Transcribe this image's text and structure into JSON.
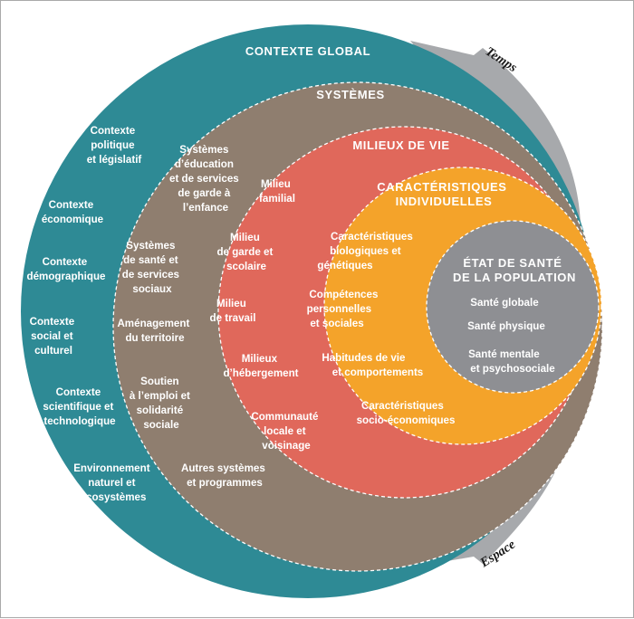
{
  "colors": {
    "contexte_global": "#2e8a95",
    "systemes": "#8f7e6f",
    "milieux_de_vie": "#e0685b",
    "caracteristiques": "#f4a32a",
    "etat_de_sante": "#8e8f93",
    "arrows": "#a7a9ac"
  },
  "arrows": {
    "temps": "Temps",
    "espace": "Espace"
  },
  "layers": {
    "contexte_global": {
      "title": "CONTEXTE GLOBAL",
      "items": [
        [
          "Contexte",
          "politique",
          "et législatif"
        ],
        [
          "Contexte",
          "économique"
        ],
        [
          "Contexte",
          "démographique"
        ],
        [
          "Contexte",
          "social et",
          "culturel"
        ],
        [
          "Contexte",
          "scientifique et",
          "technologique"
        ],
        [
          "Environnement",
          "naturel et",
          "écosystèmes"
        ]
      ]
    },
    "systemes": {
      "title": "SYSTÈMES",
      "items": [
        [
          "Systèmes",
          "d’éducation",
          "et de services",
          "de garde à",
          "l’enfance"
        ],
        [
          "Systèmes",
          "de santé et",
          "de services",
          "sociaux"
        ],
        [
          "Aménagement",
          "du territoire"
        ],
        [
          "Soutien",
          "à l’emploi et",
          "solidarité",
          "sociale"
        ],
        [
          "Autres systèmes",
          "et programmes"
        ]
      ]
    },
    "milieux_de_vie": {
      "title": "MILIEUX DE VIE",
      "items": [
        [
          "Milieu",
          "familial"
        ],
        [
          "Milieu",
          "de garde et",
          "scolaire"
        ],
        [
          "Milieu",
          "de travail"
        ],
        [
          "Milieux",
          "d’hébergement"
        ],
        [
          "Communauté",
          "locale et",
          "voisinage"
        ]
      ]
    },
    "caracteristiques": {
      "title": [
        "CARACTÉRISTIQUES",
        "INDIVIDUELLES"
      ],
      "items": [
        [
          "Caractéristiques",
          "biologiques et",
          "génétiques"
        ],
        [
          "Compétences",
          "personnelles",
          "et sociales"
        ],
        [
          "Habitudes de vie",
          "et comportements"
        ],
        [
          "Caractéristiques",
          "socio-économiques"
        ]
      ]
    },
    "etat_de_sante": {
      "title": [
        "ÉTAT DE SANTÉ",
        "DE LA POPULATION"
      ],
      "items": [
        [
          "Santé globale"
        ],
        [
          "Santé physique"
        ],
        [
          "Santé mentale",
          "et psychosociale"
        ]
      ]
    }
  }
}
